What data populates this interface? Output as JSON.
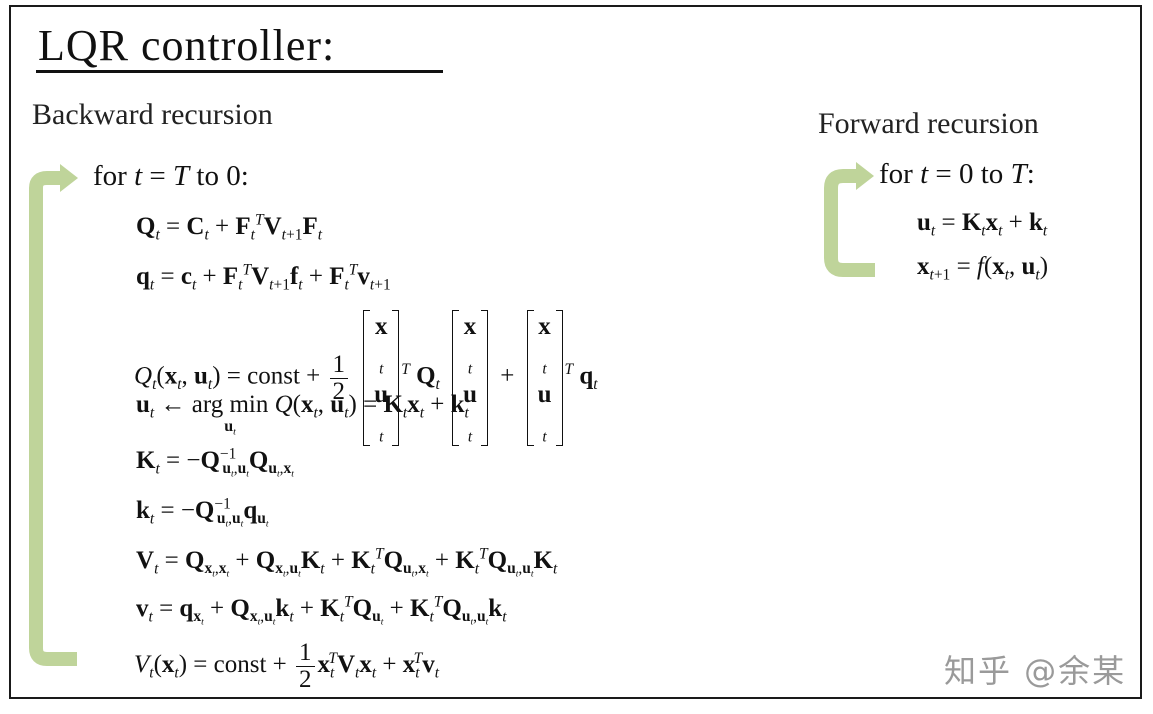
{
  "title": "LQR controller:",
  "backward": {
    "heading": "Backward recursion",
    "loop": {
      "for": "for ",
      "var": "t",
      "eq": " = ",
      "from": "T",
      "to": " to ",
      "end": "0",
      "colon": ":"
    }
  },
  "forward": {
    "heading": "Forward recursion",
    "loop": {
      "for": "for ",
      "var": "t",
      "eq": " = ",
      "from": "0",
      "to": " to ",
      "end": "T",
      "colon": ":"
    }
  },
  "watermark": "知乎 @余某",
  "colors": {
    "arrow": "#bfd49a",
    "frame": "#1a1a1a",
    "watermark": "#9a9a9a"
  }
}
